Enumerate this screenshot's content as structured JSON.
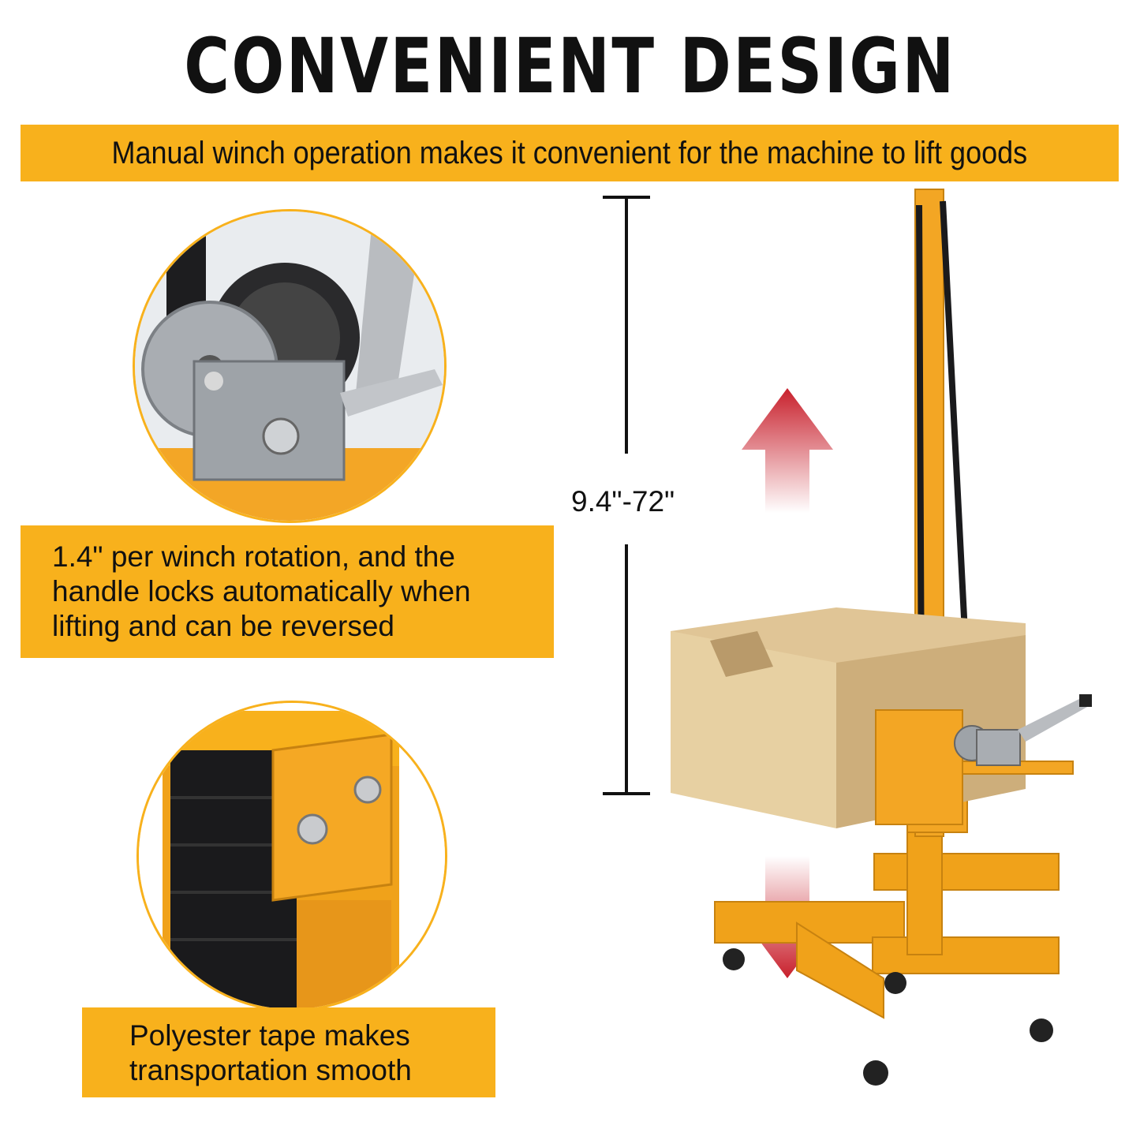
{
  "header": {
    "title": "CONVENIENT DESIGN",
    "banner_text": "Manual winch operation makes it convenient for the machine to lift goods"
  },
  "callouts": {
    "winch": {
      "lines": [
        "1.4\" per winch rotation, and the",
        "handle locks automatically when",
        "lifting and can be reversed"
      ]
    },
    "tape": {
      "lines": [
        "Polyester tape makes",
        "transportation smooth"
      ]
    }
  },
  "dimension": {
    "label": "9.4\"-72\""
  },
  "colors": {
    "accent": "#f8b11c",
    "arrow": "#c8202c",
    "frame": "#f0a21a"
  }
}
